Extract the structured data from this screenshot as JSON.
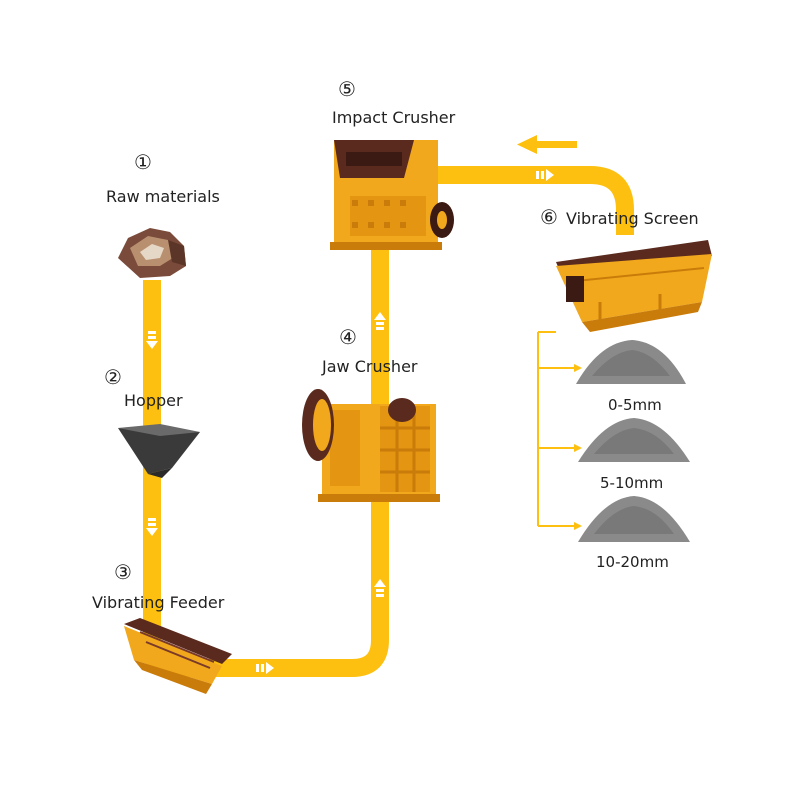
{
  "steps": [
    {
      "number": "①",
      "label": "Raw materials"
    },
    {
      "number": "②",
      "label": "Hopper"
    },
    {
      "number": "③",
      "label": "Vibrating Feeder"
    },
    {
      "number": "④",
      "label": "Jaw Crusher"
    },
    {
      "number": "⑤",
      "label": "Impact Crusher"
    },
    {
      "number": "⑥",
      "label": "Vibrating Screen"
    }
  ],
  "outputs": [
    "0-5mm",
    "5-10mm",
    "10-20mm"
  ],
  "colors": {
    "conveyor": "#FDC010",
    "machine": "#F2A81C",
    "machine_dark": "#C97C0A",
    "metal": "#5A2A1E",
    "gravel": "#8A8A8A",
    "arrow": "#ffffff"
  }
}
